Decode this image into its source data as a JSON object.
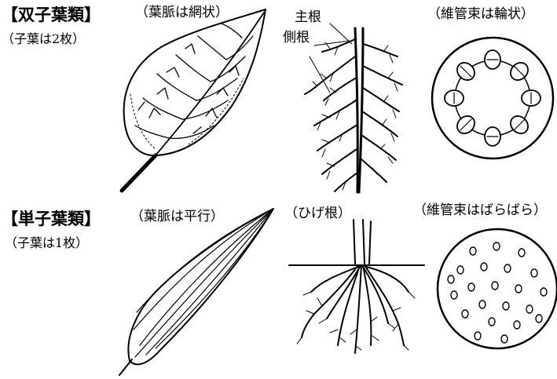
{
  "dicot": {
    "heading": "【双子葉類】",
    "cotyledons": "（子葉は2枚）",
    "leaf_vein": "（葉脈は網状）",
    "main_root": "主根",
    "side_root": "側根",
    "vascular": "（維管束は輪状）"
  },
  "monocot": {
    "heading": "【単子葉類】",
    "cotyledons": "（子葉は1枚）",
    "leaf_vein": "（葉脈は平行）",
    "root": "（ひげ根）",
    "vascular": "（維管束はばらばら）"
  }
}
